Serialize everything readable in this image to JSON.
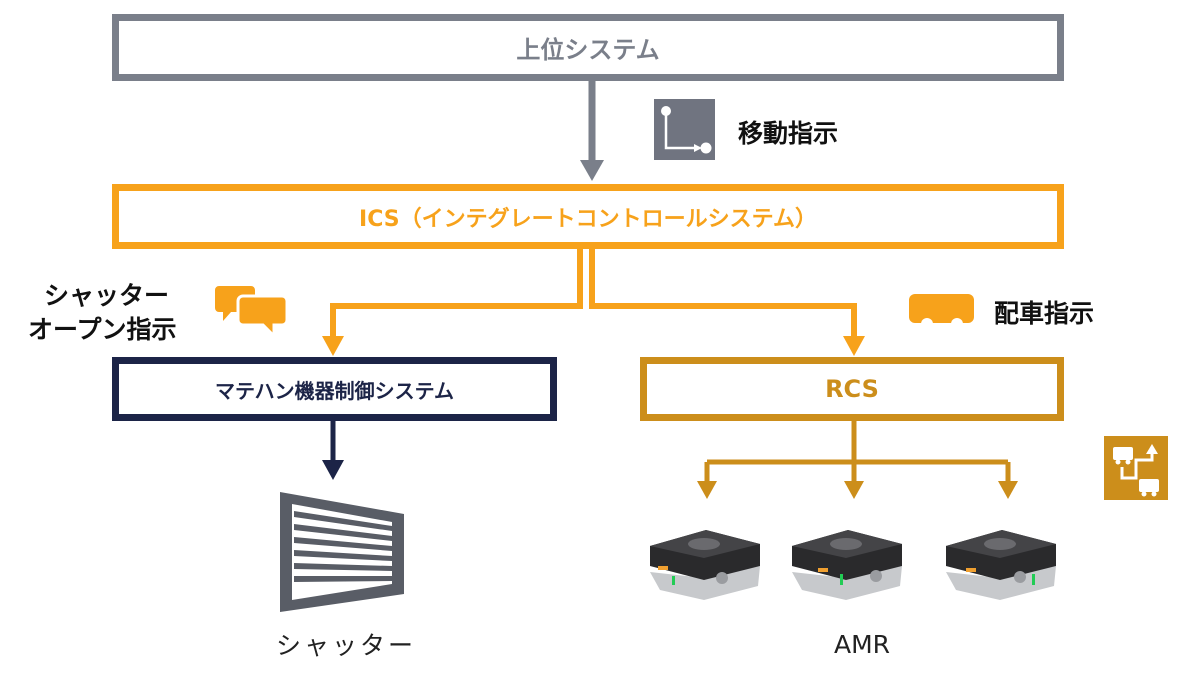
{
  "colors": {
    "gray": "#7a7f8a",
    "orange": "#f7a21b",
    "gold": "#cc8e1b",
    "navy": "#1c2447",
    "icon_bg": "#707480"
  },
  "boxes": {
    "upper_system": "上位システム",
    "ics": "ICS（インテグレートコントロールシステム）",
    "material_handling": "マテハン機器制御システム",
    "rcs": "RCS"
  },
  "labels": {
    "move_instruction": "移動指示",
    "shutter_open_line1": "シャッター",
    "shutter_open_line2": "オープン指示",
    "dispatch_instruction": "配車指示",
    "shutter": "シャッター",
    "amr": "AMR"
  },
  "icons": {
    "move": "route-icon",
    "chat": "chat-bubbles-icon",
    "vehicle": "vehicle-icon",
    "path_plan": "path-planning-icon",
    "shutter": "shutter-icon",
    "amr": "amr-robot-icon"
  }
}
